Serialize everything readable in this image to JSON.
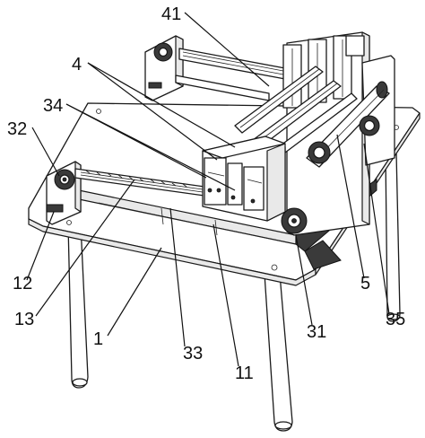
{
  "figure": {
    "labels": {
      "l41": "41",
      "l4": "4",
      "l34": "34",
      "l32": "32",
      "l12": "12",
      "l13": "13",
      "l1": "1",
      "l33": "33",
      "l11": "11",
      "l31": "31",
      "l5": "5",
      "l35": "35"
    }
  }
}
